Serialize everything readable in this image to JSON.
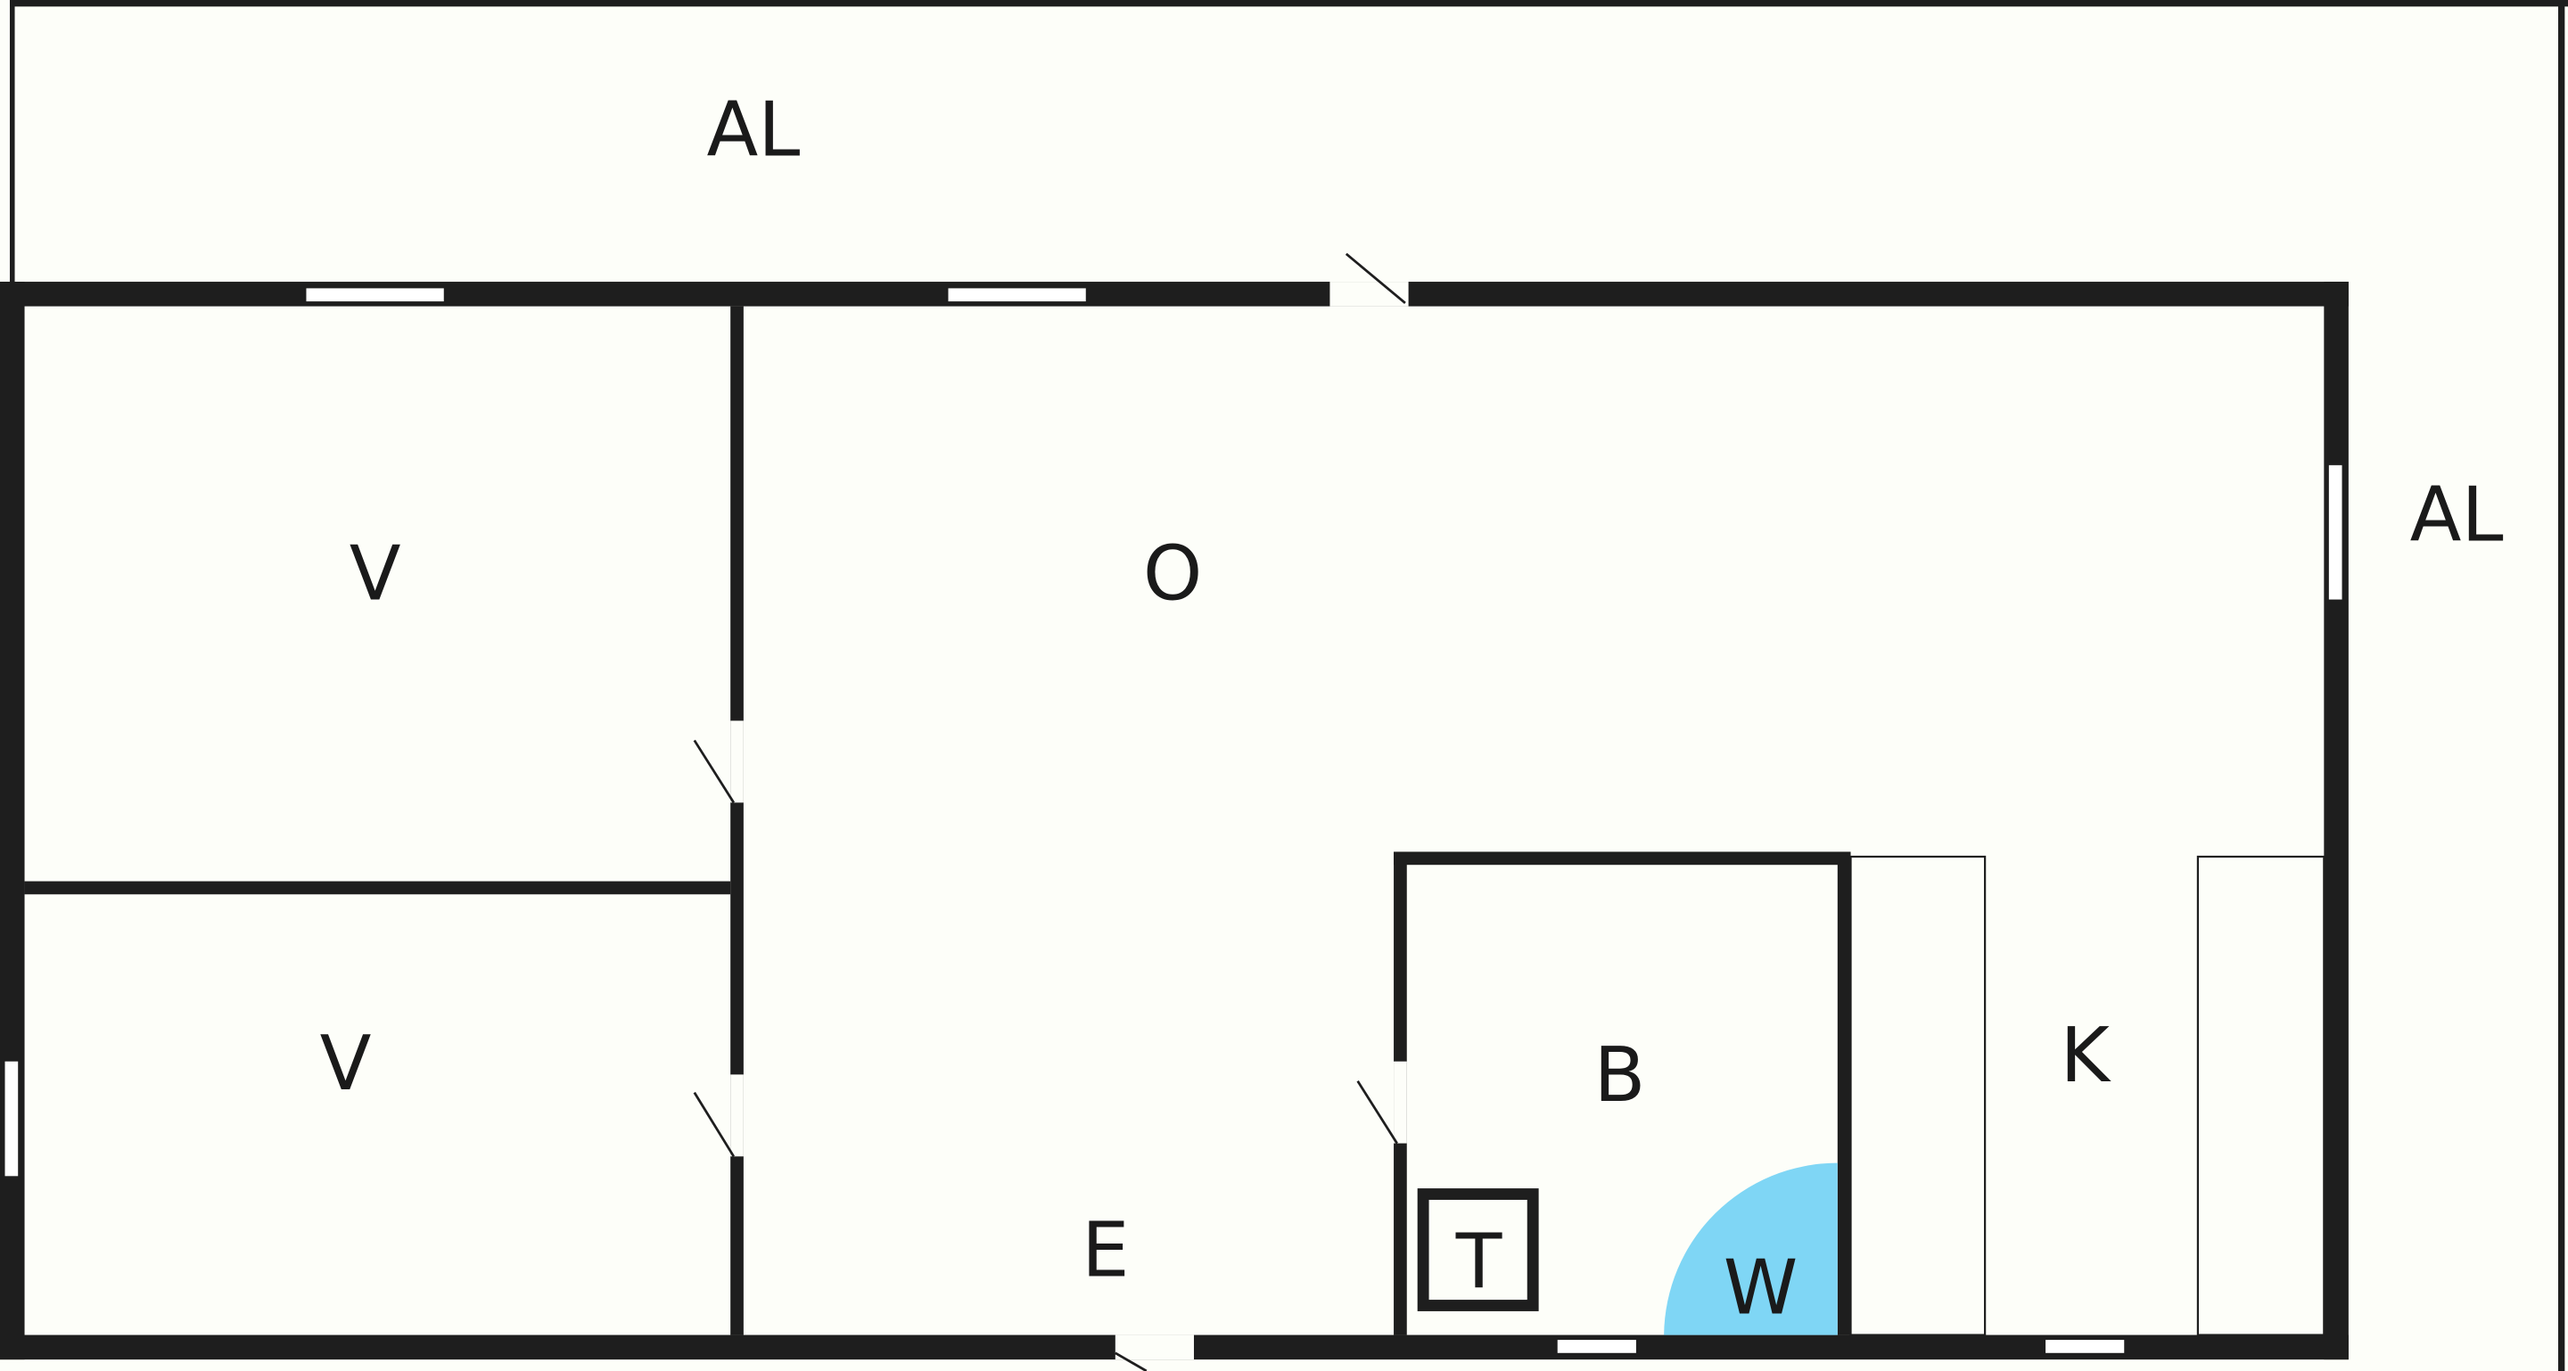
{
  "plan": {
    "background": "#fdfef9",
    "wall_color": "#1e1e1e",
    "wet_area_color": "#7fd6f5",
    "rooms": {
      "al_top": "AL",
      "al_right": "AL",
      "v_upper": "V",
      "v_lower": "V",
      "o": "O",
      "b": "B",
      "k": "K",
      "e": "E",
      "t": "T",
      "w": "W"
    }
  }
}
